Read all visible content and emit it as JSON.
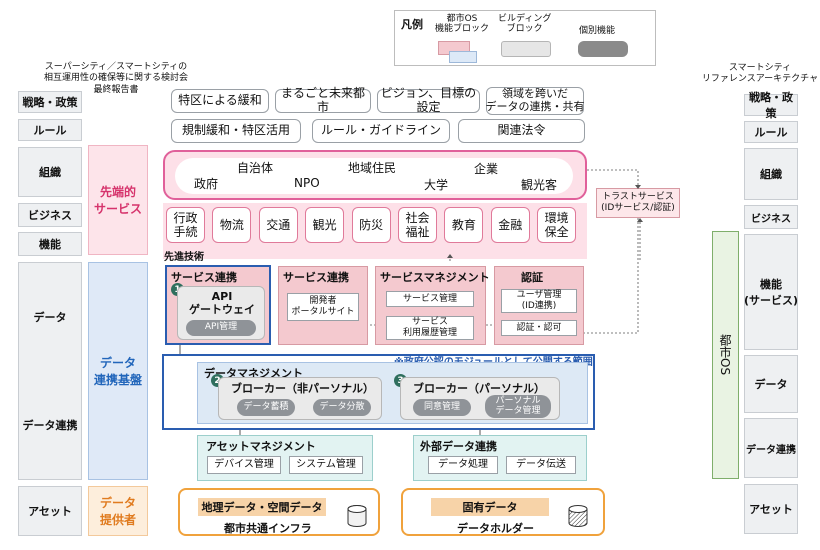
{
  "legend": {
    "title": "凡例",
    "items": [
      {
        "label": "都市OS\n機能ブロック",
        "color": "#f4c9cf"
      },
      {
        "label": "ビルディング\nブロック",
        "color": "#e6e6e6"
      },
      {
        "label": "個別機能",
        "color": "#8a8a8a"
      }
    ]
  },
  "left_header": "スーパーシティ／スマートシティの\n相互運用性の確保等に関する検討会\n最終報告書",
  "right_header": "スマートシティ\nリファレンスアーキテクチャ",
  "left_labels": [
    "戦略・政策",
    "ルール",
    "組織",
    "ビジネス",
    "機能",
    "データ",
    "データ連携",
    "アセット"
  ],
  "right_labels": [
    "戦略・政策",
    "ルール",
    "組織",
    "ビジネス",
    "機能\n(サービス)",
    "データ",
    "データ連携",
    "アセット"
  ],
  "toshi_os": "都市OS",
  "policy_row1": [
    "特区による緩和",
    "まるごと未来都市",
    "ビジョン、目標の設定",
    "領域を跨いだ\nデータの連携・共有"
  ],
  "policy_row2": [
    "規制緩和・特区活用",
    "ルール・ガイドライン",
    "関連法令"
  ],
  "zones": {
    "advanced_service": "先端的\nサービス",
    "data_platform": "データ\n連携基盤",
    "data_provider": "データ\n提供者"
  },
  "stakeholders": [
    "自治体",
    "地域住民",
    "企業",
    "政府",
    "NPO",
    "大学",
    "観光客"
  ],
  "services": [
    "行政\n手続",
    "物流",
    "交通",
    "観光",
    "防災",
    "社会\n福祉",
    "教育",
    "金融",
    "環境\n保全"
  ],
  "advanced_tech": "先進技術",
  "trust_service": "トラストサービス\n(IDサービス/認証)",
  "modules": {
    "svc_link_main": {
      "title": "サービス連携",
      "api": "API\nゲートウェイ",
      "api_mgmt": "API管理",
      "num": "1"
    },
    "svc_link_2": {
      "title": "サービス連携",
      "box": "開発者\nポータルサイト"
    },
    "svc_mgmt": {
      "title": "サービスマネジメント",
      "boxes": [
        "サービス管理",
        "サービス\n利用履歴管理"
      ]
    },
    "auth": {
      "title": "認証",
      "boxes": [
        "ユーザ管理\n(ID連携)",
        "認証・認可"
      ]
    }
  },
  "gov_note": "※政府公認のモジュールとして公開する範囲",
  "data_mgmt": {
    "title": "データマネジメント",
    "broker1": {
      "num": "2",
      "title": "ブローカー（非パーソナル）",
      "btns": [
        "データ蓄積",
        "データ分散"
      ]
    },
    "broker2": {
      "num": "3",
      "title": "ブローカー（パーソナル）",
      "btns": [
        "同意管理",
        "パーソナル\nデータ管理"
      ]
    }
  },
  "asset_mgmt": {
    "title": "アセットマネジメント",
    "boxes": [
      "デバイス管理",
      "システム管理"
    ]
  },
  "ext_data": {
    "title": "外部データ連携",
    "boxes": [
      "データ処理",
      "データ伝送"
    ]
  },
  "assets": {
    "left": {
      "top": "地理データ・空間データ",
      "bottom": "都市共通インフラ"
    },
    "right": {
      "top": "固有データ",
      "bottom": "データホルダー"
    }
  }
}
